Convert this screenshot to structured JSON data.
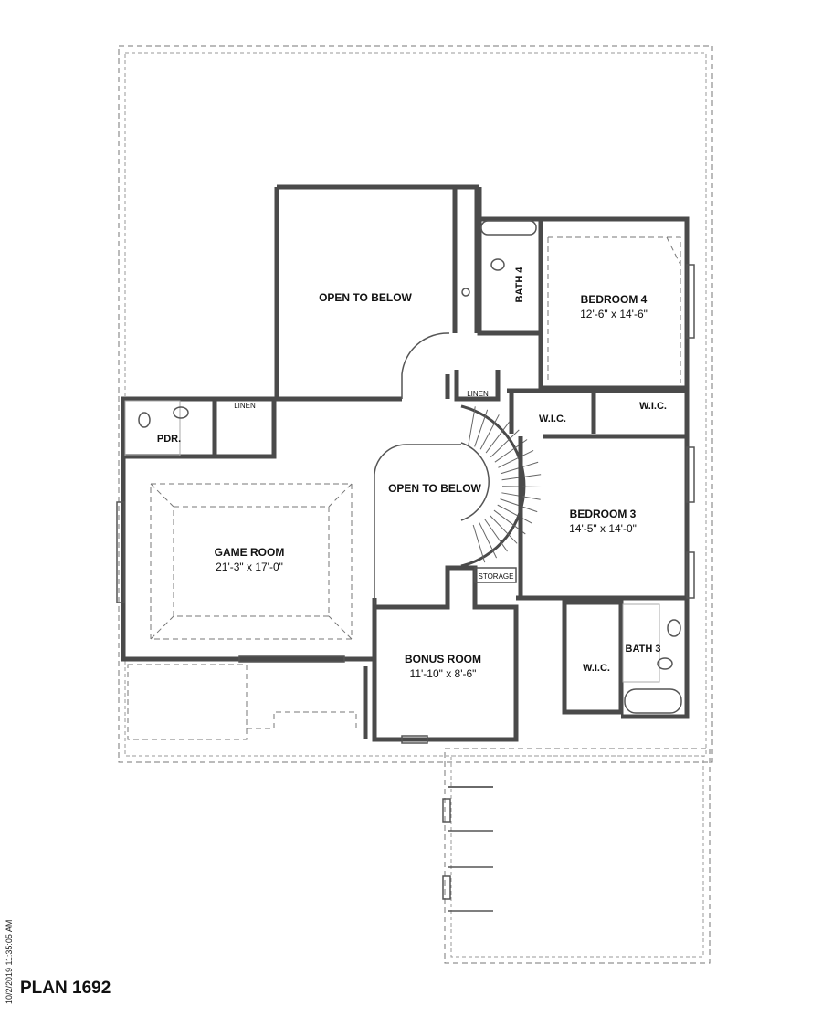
{
  "plan_title": "PLAN 1692",
  "timestamp": "10/2/2019 11:35:05 AM",
  "rooms": {
    "open_to_below_top": {
      "name": "OPEN TO BELOW"
    },
    "bath4": {
      "name": "BATH 4"
    },
    "bedroom4": {
      "name": "BEDROOM 4",
      "size": "12'-6\" x 14'-6\""
    },
    "linen_upper": {
      "name": "LINEN"
    },
    "linen_left": {
      "name": "LINEN"
    },
    "wic_a": {
      "name": "W.I.C."
    },
    "wic_b": {
      "name": "W.I.C."
    },
    "pdr": {
      "name": "PDR."
    },
    "game_room": {
      "name": "GAME ROOM",
      "size": "21'-3\" x 17'-0\""
    },
    "open_to_below_center": {
      "name": "OPEN TO BELOW"
    },
    "bedroom3": {
      "name": "BEDROOM 3",
      "size": "14'-5\" x 14'-0\""
    },
    "storage": {
      "name": "STORAGE"
    },
    "bonus_room": {
      "name": "BONUS ROOM",
      "size": "11'-10\" x 8'-6\""
    },
    "wic_c": {
      "name": "W.I.C."
    },
    "bath3": {
      "name": "BATH 3"
    }
  }
}
